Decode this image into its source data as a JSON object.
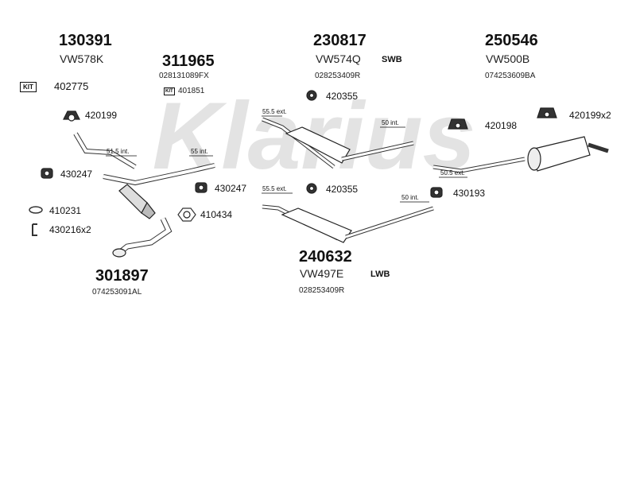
{
  "watermark": "Klarius",
  "parts": {
    "p130391": {
      "num": "130391",
      "code": "VW578K"
    },
    "p311965": {
      "num": "311965",
      "code": "028131089FX"
    },
    "p230817": {
      "num": "230817",
      "code": "VW574Q",
      "ref": "028253409R",
      "tag": "SWB"
    },
    "p250546": {
      "num": "250546",
      "code": "VW500B",
      "ref": "074253609BA"
    },
    "p240632": {
      "num": "240632",
      "code": "VW497E",
      "ref": "028253409R",
      "tag": "LWB"
    },
    "p301897": {
      "num": "301897",
      "ref": "074253091AL"
    }
  },
  "kits": {
    "k1": {
      "label": "KIT",
      "num": "402775"
    },
    "k2": {
      "label": "KIT",
      "num": "401851"
    }
  },
  "fittings": {
    "f420199": "420199",
    "f430247a": "430247",
    "f430247b": "430247",
    "f410434": "410434",
    "f410231": "410231",
    "f430216": "430216x2",
    "f420355a": "420355",
    "f420355b": "420355",
    "f420198": "420198",
    "f420199x2": "420199x2",
    "f430193": "430193"
  },
  "measures": {
    "m1": "51.5 int.",
    "m2": "55 int.",
    "m3": "55.5 ext.",
    "m4": "50 int.",
    "m5": "55.5 ext.",
    "m6": "50 int.",
    "m7": "50.5 ext."
  }
}
